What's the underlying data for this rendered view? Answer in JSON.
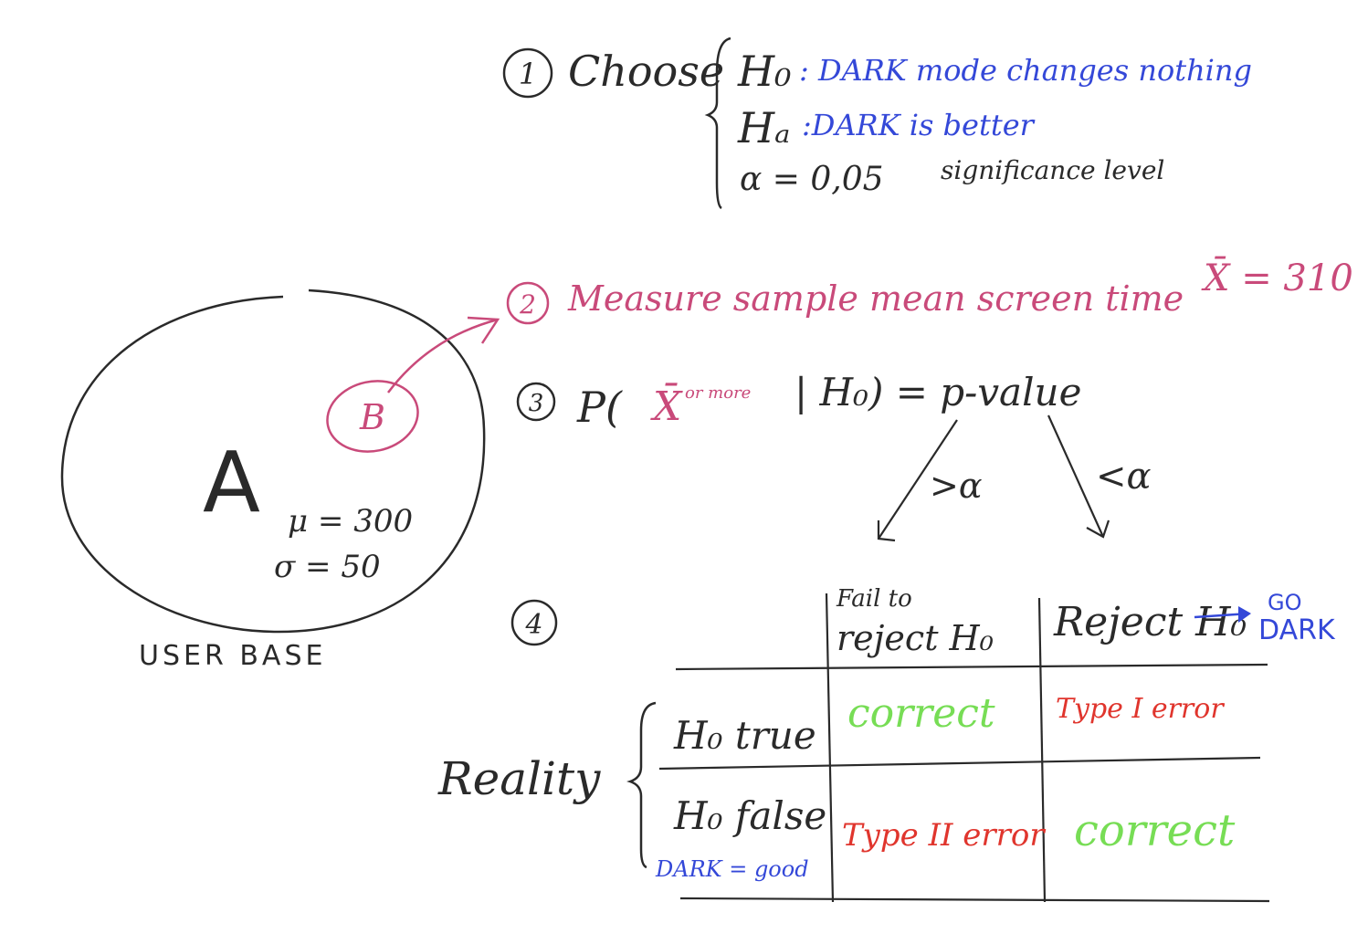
{
  "colors": {
    "ink": "#2a2a2a",
    "blue": "#3448d8",
    "pink": "#c94a7a",
    "green": "#77dd55",
    "red": "#e0352d"
  },
  "step1": {
    "number": "1",
    "label": "Choose",
    "h0_symbol": "H₀",
    "h0_text": ": DARK mode changes nothing",
    "ha_symbol": "Hₐ",
    "ha_text": ":DARK is better",
    "alpha_expr": "α = 0,05",
    "alpha_note": "significance level"
  },
  "step2": {
    "number": "2",
    "text": "Measure sample mean screen time",
    "xbar_expr": "X̄ = 310"
  },
  "step3": {
    "number": "3",
    "prefix": "P(",
    "xbar": "X̄",
    "or_more": "or more",
    "given": "| H₀) = p-value",
    "branch_left": ">α",
    "branch_right": "<α"
  },
  "population": {
    "group_a": "A",
    "group_b": "B",
    "mu": "μ = 300",
    "sigma": "σ = 50",
    "caption": "USER BASE"
  },
  "step4": {
    "number": "4",
    "col_fail_line1": "Fail to",
    "col_fail_line2": "reject H₀",
    "col_reject": "Reject H₀",
    "go_dark_line1": "GO",
    "go_dark_line2": "DARK",
    "reality_label": "Reality",
    "row_true": "H₀ true",
    "row_false": "H₀ false",
    "row_false_note": "DARK = good",
    "cell_true_fail": "correct",
    "cell_true_reject": "Type I error",
    "cell_false_fail": "Type II error",
    "cell_false_reject": "correct"
  }
}
